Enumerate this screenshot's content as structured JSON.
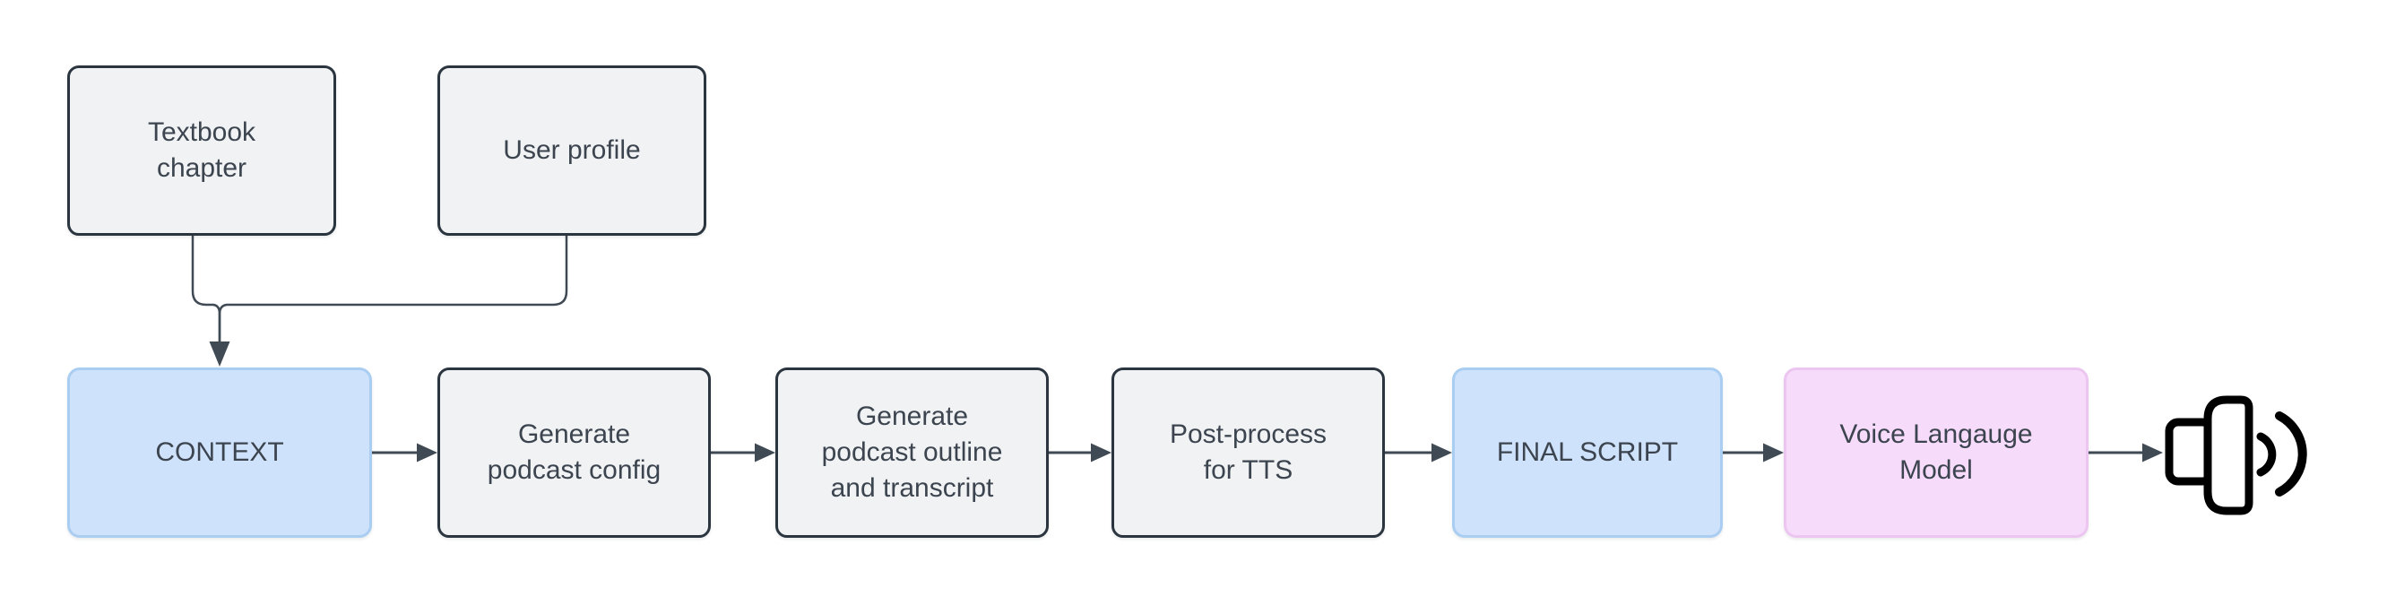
{
  "diagram_type": "flowchart",
  "background": "#ffffff",
  "colors": {
    "node_gray_fill": "#f1f2f4",
    "node_gray_border": "#2b353f",
    "node_blue_fill": "#cfe2fb",
    "node_blue_border": "#aacdf2",
    "node_pink_fill": "#f7dbfa",
    "node_pink_border": "#ecc6f0",
    "text": "#3c454f",
    "connector": "#3f4a55",
    "icon": "#000000"
  },
  "nodes": {
    "textbook_chapter": {
      "label": "Textbook\nchapter",
      "style": "gray"
    },
    "user_profile": {
      "label": "User profile",
      "style": "gray"
    },
    "context": {
      "label": "CONTEXT",
      "style": "blue"
    },
    "generate_podcast_config": {
      "label": "Generate\npodcast config",
      "style": "gray"
    },
    "generate_podcast_outline": {
      "label": "Generate\npodcast outline\nand transcript",
      "style": "gray"
    },
    "post_process_for_tts": {
      "label": "Post-process\nfor TTS",
      "style": "gray"
    },
    "final_script": {
      "label": "FINAL SCRIPT",
      "style": "blue"
    },
    "voice_language_model": {
      "label": "Voice Langauge\nModel",
      "style": "pink"
    }
  },
  "edges": [
    {
      "from": "textbook_chapter",
      "to": "context"
    },
    {
      "from": "user_profile",
      "to": "context"
    },
    {
      "from": "context",
      "to": "generate_podcast_config"
    },
    {
      "from": "generate_podcast_config",
      "to": "generate_podcast_outline"
    },
    {
      "from": "generate_podcast_outline",
      "to": "post_process_for_tts"
    },
    {
      "from": "post_process_for_tts",
      "to": "final_script"
    },
    {
      "from": "final_script",
      "to": "voice_language_model"
    },
    {
      "from": "voice_language_model",
      "to": "audio_output"
    }
  ],
  "output": {
    "icon": "speaker-icon"
  }
}
